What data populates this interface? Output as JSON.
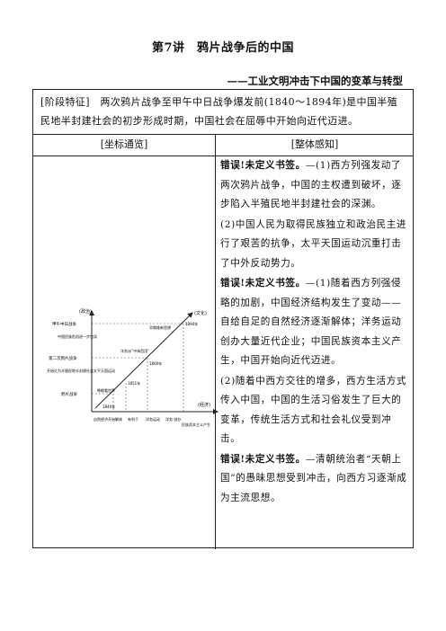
{
  "header": {
    "title": "第7讲　鸦片战争后的中国",
    "subtitle": "——工业文明冲击下中国的变革与转型"
  },
  "stage": {
    "text": "[阶段特征]　两次鸦片战争至甲午中日战争爆发前(1840～1894年)是中国半殖民地半封建社会的初步形成时期，中国社会在屈辱中开始向近代迈进。"
  },
  "columns": {
    "left": "[坐标通览]",
    "right": "[整体感知]"
  },
  "perception": {
    "p1_bold": "错误!未定义书签。",
    "p1": "—(1)西方列强发动了两次鸦片战争，中国的主权遭到破坏，逐步陷入半殖民地半封建社会的深渊。",
    "p2": "(2)中国人民为取得民族独立和政治民主进行了艰苦的抗争，太平天国运动沉重打击了中外反动势力。",
    "p3_bold": "错误!未定义书签。",
    "p3": "—(1)随着西方列强侵略的加剧，中国经济结构发生了变动——自给自足的自然经济逐渐解体；洋务运动创办大量近代企业；中国民族资本主义产生，中国开始向近代迈进。",
    "p4": "(2)随着中西方交往的增多，西方生活方式传入中国，中国的生活习俗发生了巨大的变革，传统生活方式和社会礼仪受到冲击。",
    "p5_bold": "错误!未定义书签。",
    "p5": "—清朝统治者“天朝上国”的愚昧思想受到冲击，向西方习逐渐成为主流思想。"
  },
  "diagram": {
    "y_axis_label": "(政治)",
    "x_axis_label": "(经济)",
    "diag_label": "(文化)",
    "left_events": [
      "甲午中日战争",
      "中国民族危机进一步加深",
      "第二次鸦片战争",
      "开始沦为半殖民地半封建社会",
      "鸦片战争"
    ],
    "mid_labels": [
      "太平天国运动",
      "睁眼看世界",
      "洋务派“中体西用”",
      "早期维新思想"
    ],
    "years": [
      "1840年",
      "1851年",
      "1860年",
      "1894年"
    ],
    "x_events": [
      "自然经济开始解体",
      "有利于",
      "洋务运动",
      "洋务 创办",
      "民族资本主义产生"
    ]
  }
}
